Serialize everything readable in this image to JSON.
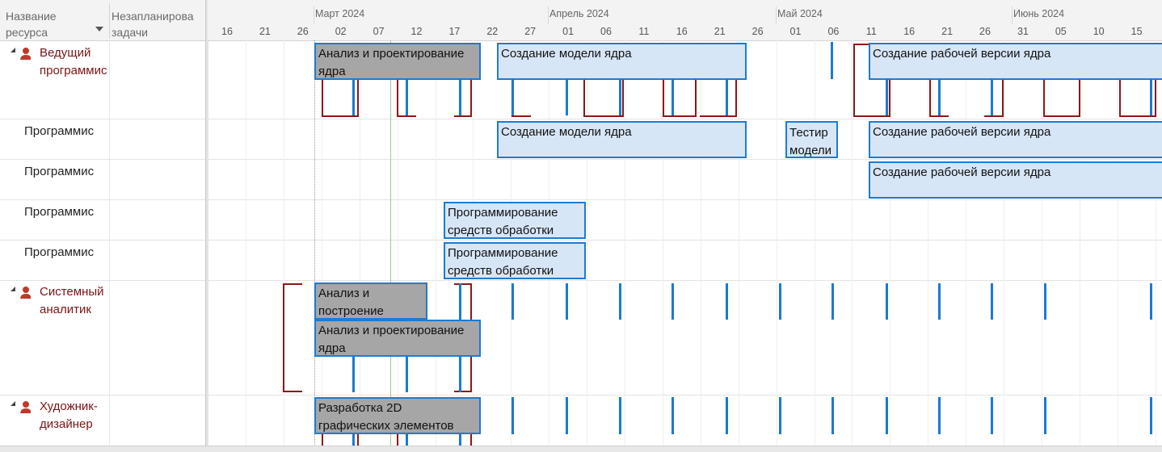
{
  "header": {
    "col_name": "Название\nресурса",
    "col_name_line1": "Название",
    "col_name_line2": "ресурса",
    "col_unscheduled_line1": "Незапланирова",
    "col_unscheduled_line2": "задачи"
  },
  "months": [
    "Март 2024",
    "Апрель 2024",
    "Май 2024",
    "Июнь 2024"
  ],
  "days": [
    "16",
    "21",
    "26",
    "02",
    "07",
    "12",
    "17",
    "22",
    "27",
    "01",
    "06",
    "11",
    "16",
    "21",
    "26",
    "01",
    "06",
    "11",
    "16",
    "21",
    "26",
    "31",
    "05",
    "10",
    "15"
  ],
  "resources": [
    {
      "name_line1": "Ведущий",
      "name_line2": "программис"
    },
    {
      "name_line1": "Программис"
    },
    {
      "name_line1": "Программис"
    },
    {
      "name_line1": "Программис"
    },
    {
      "name_line1": "Программис"
    },
    {
      "name_line1": "Системный",
      "name_line2": "аналитик"
    },
    {
      "name_line1": "Художник-",
      "name_line2": "дизайнер"
    }
  ],
  "tasks": {
    "lead_analysis": "Анализ и проектирование ядра",
    "lead_model": "Создание модели ядра",
    "lead_working": "Создание рабочей версии ядра",
    "p1_model": "Создание модели ядра",
    "p1_test": "Тестир модели",
    "p1_working": "Создание рабочей версии ядра",
    "p2_working": "Создание рабочей версии ядра",
    "p3_tools": "Программирование средств обработки",
    "p4_tools": "Программирование средств обработки",
    "sa_build": "Анализ и построение",
    "sa_analysis": "Анализ и проектирование ядра",
    "art_2d": "Разработка 2D графических элементов"
  },
  "colors": {
    "bar_border": "#1d7bd3",
    "bar_fill": "#d7e6f7",
    "bar_gray": "#a6a6a6",
    "overalloc": "#8b1717",
    "name_overalloc": "#7a1515"
  }
}
